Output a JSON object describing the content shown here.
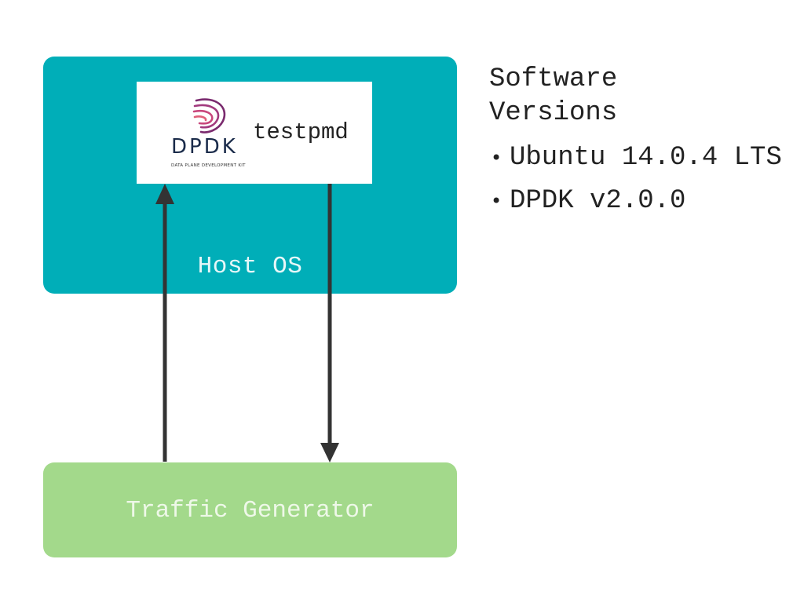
{
  "diagram": {
    "host": {
      "label": "Host OS",
      "color": "#00aeb8"
    },
    "application": {
      "logo_text": "DPDK",
      "logo_tagline": "DATA PLANE DEVELOPMENT KIT",
      "label": "testpmd"
    },
    "traffic_generator": {
      "label": "Traffic Generator",
      "color": "#a3d98b"
    },
    "arrow_color": "#333333"
  },
  "versions": {
    "title": "Software Versions",
    "items": [
      "Ubuntu 14.0.4 LTS",
      "DPDK v2.0.0"
    ]
  }
}
